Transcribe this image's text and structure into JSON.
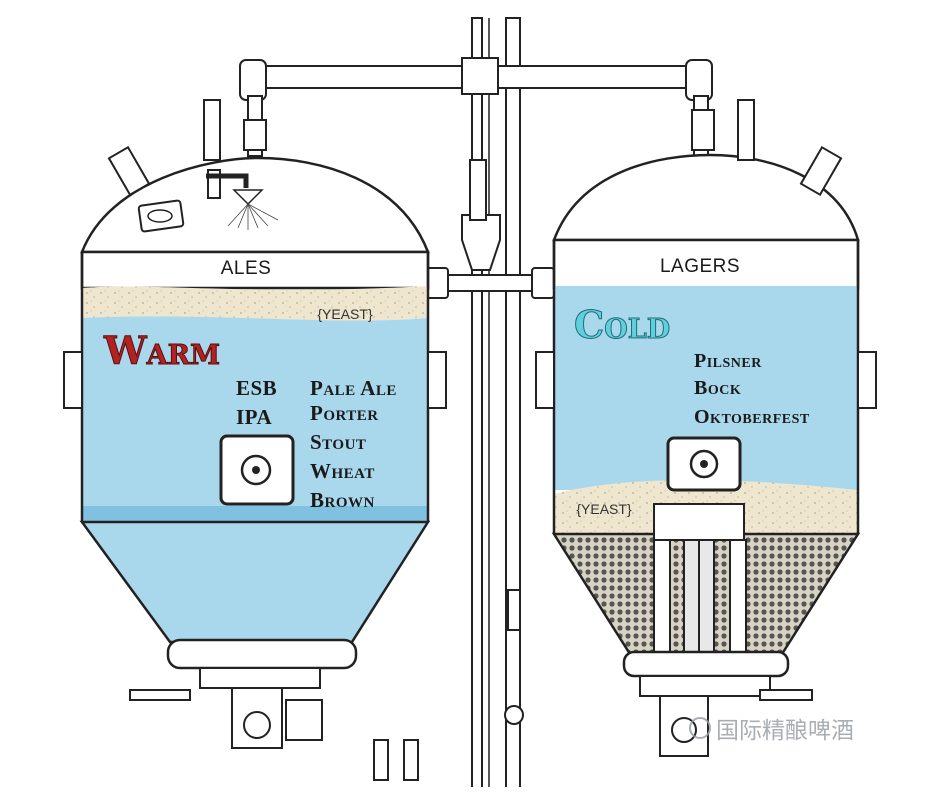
{
  "left_tank": {
    "header": "ALES",
    "temperature": "Warm",
    "yeast": "{YEAST}",
    "styles_col1": [
      "ESB",
      "IPA"
    ],
    "styles_col2": [
      "Pale Ale",
      "Porter",
      "Stout",
      "Wheat",
      "Brown"
    ]
  },
  "right_tank": {
    "header": "LAGERS",
    "temperature": "Cold",
    "yeast": "{YEAST}",
    "styles": [
      "Pilsner",
      "Bock",
      "Oktoberfest"
    ]
  },
  "watermark": "国际精酿啤酒",
  "colors": {
    "liquid": "#a9d8ec",
    "foam": "#ece2c9",
    "warm": "#b22222",
    "cold": "#5fd0dc",
    "outline": "#222222"
  }
}
